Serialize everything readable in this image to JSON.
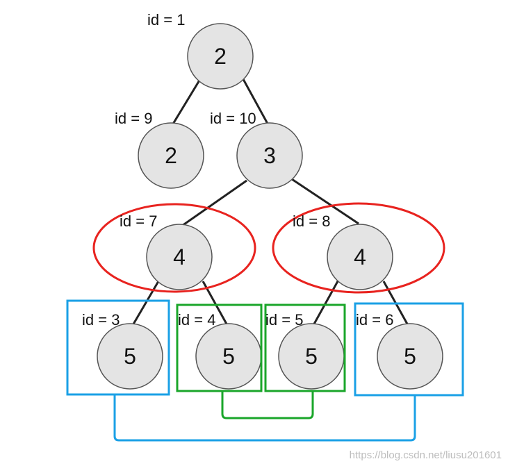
{
  "colors": {
    "ellipse": "#e8231f",
    "blue_box": "#1aa0e6",
    "green_box": "#1aa62a",
    "edge": "#222222",
    "node_fill": "#e4e4e4"
  },
  "nodes": [
    {
      "id_label": "id = 1",
      "value": "2"
    },
    {
      "id_label": "id = 9",
      "value": "2"
    },
    {
      "id_label": "id = 10",
      "value": "3"
    },
    {
      "id_label": "id = 7",
      "value": "4"
    },
    {
      "id_label": "id = 8",
      "value": "4"
    },
    {
      "id_label": "id = 3",
      "value": "5"
    },
    {
      "id_label": "id = 4",
      "value": "5"
    },
    {
      "id_label": "id = 5",
      "value": "5"
    },
    {
      "id_label": "id = 6",
      "value": "5"
    }
  ],
  "watermark": "https://blog.csdn.net/liusu201601"
}
